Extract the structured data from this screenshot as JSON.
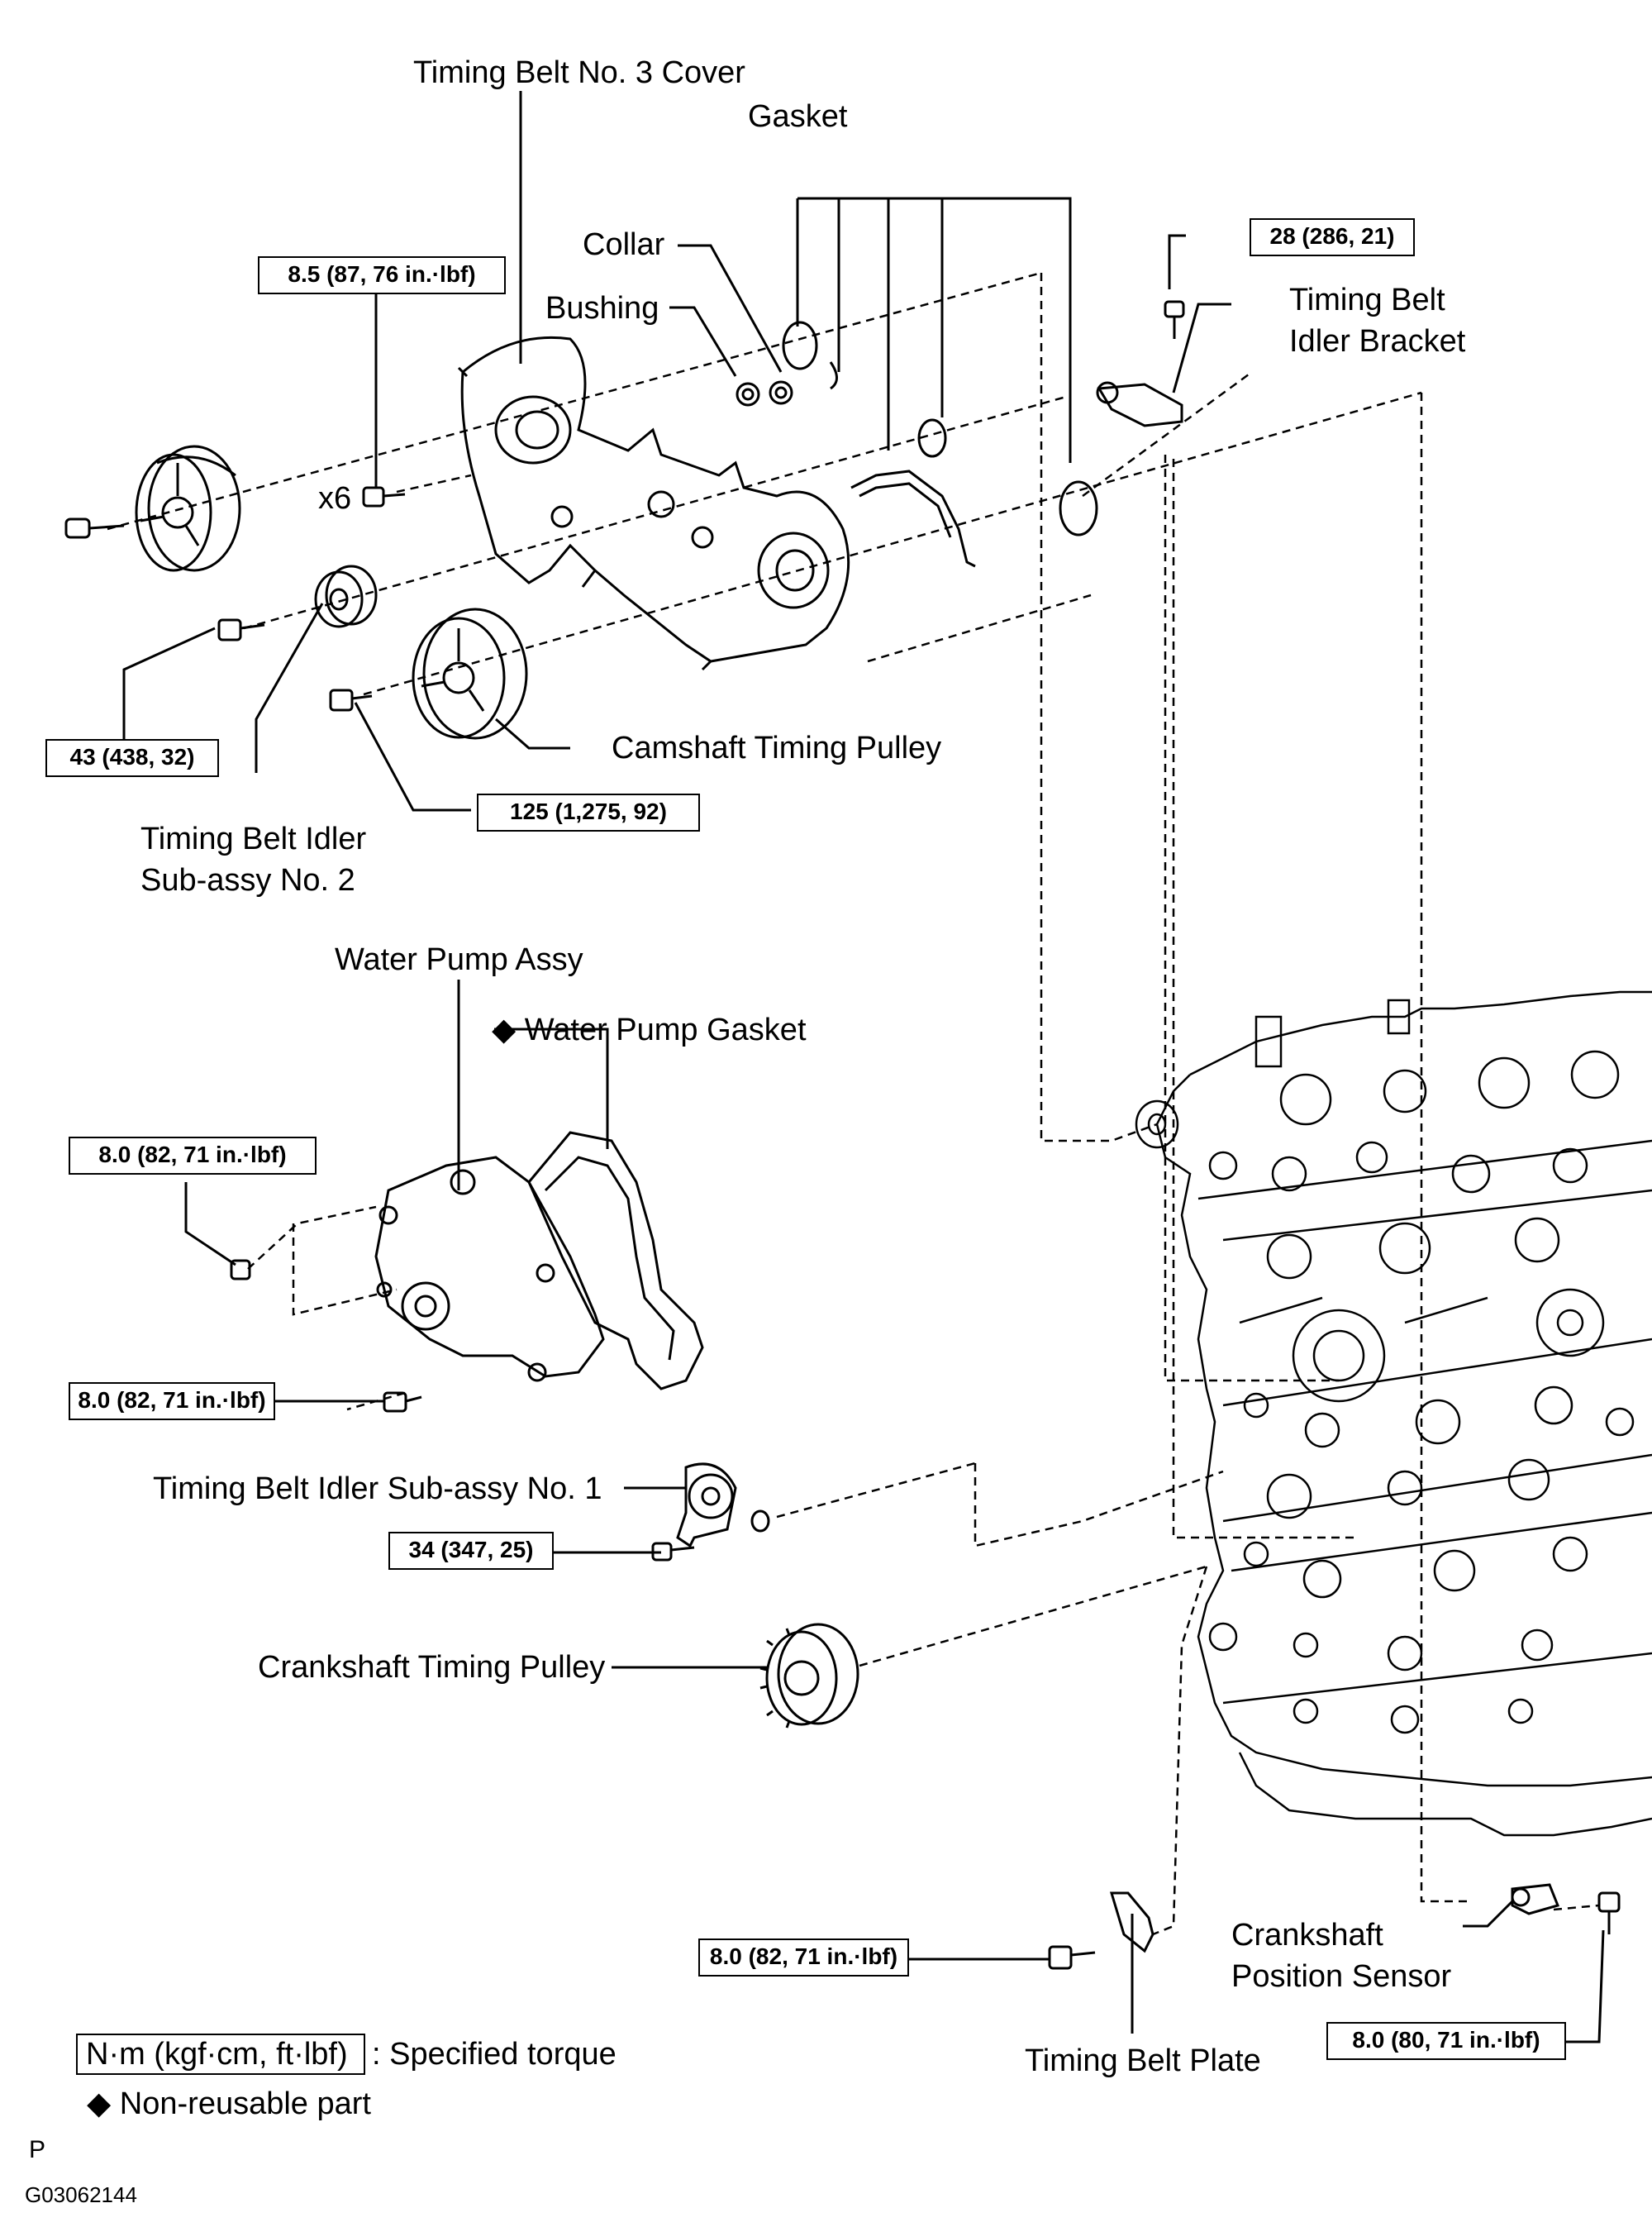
{
  "labels": {
    "timing_belt_no3_cover": "Timing Belt No. 3 Cover",
    "gasket": "Gasket",
    "collar": "Collar",
    "bushing": "Bushing",
    "timing_belt_idler_bracket_1": "Timing Belt",
    "timing_belt_idler_bracket_2": "Idler Bracket",
    "x6": "x6",
    "camshaft_timing_pulley": "Camshaft Timing Pulley",
    "idler_no2_line1": "Timing Belt Idler",
    "idler_no2_line2": "Sub-assy No. 2",
    "water_pump_assy": "Water Pump Assy",
    "water_pump_gasket": "Water Pump Gasket",
    "idler_no1": "Timing Belt Idler Sub-assy No. 1",
    "crankshaft_timing_pulley": "Crankshaft Timing Pulley",
    "crank_sensor_line1": "Crankshaft",
    "crank_sensor_line2": "Position Sensor",
    "timing_belt_plate": "Timing Belt Plate"
  },
  "torques": {
    "t1": "8.5 (87, 76 in.·lbf)",
    "t2": "28 (286, 21)",
    "t3": "43 (438, 32)",
    "t4": "125 (1,275, 92)",
    "t5": "8.0 (82, 71 in.·lbf)",
    "t6": "8.0 (82, 71 in.·lbf)",
    "t7": "34 (347, 25)",
    "t8": "8.0 (82, 71 in.·lbf)",
    "t9": "8.0 (80, 71 in.·lbf)"
  },
  "legend": {
    "unit_box": "N·m (kgf·cm, ft·lbf)",
    "unit_text": ": Specified torque",
    "nonreusable": "Non-reusable part",
    "diamond": "◆"
  },
  "footer": {
    "p": "P",
    "code": "G03062144"
  }
}
